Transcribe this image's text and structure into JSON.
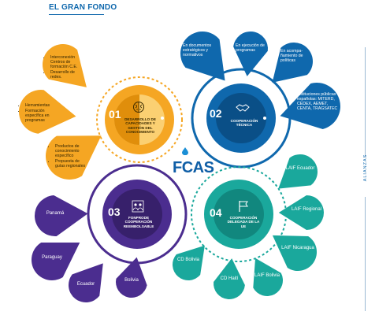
{
  "title": "EL GRAN FONDO",
  "side_label": "ALIANZAS",
  "center": {
    "label": "FCAS"
  },
  "colors": {
    "orange": "#f5a623",
    "orange_dark": "#e08e0b",
    "blue": "#0f68ad",
    "blue_dark": "#0a4f87",
    "purple": "#4b2d8f",
    "purple_dark": "#37206b",
    "teal": "#1aa89c",
    "teal_dark": "#11877e"
  },
  "sections": [
    {
      "number": "01",
      "title": "DESARROLLO DE CAPACIDADES Y GESTIÓN DEL CONOCIMIENTO",
      "color": "#f5a623",
      "bubbles": [
        {
          "items": [
            "Interconexión Centros de formación C.E.",
            "Desarrollo de redes."
          ]
        },
        {
          "items": [
            "Herramientas",
            "Formación específica en programas"
          ]
        },
        {
          "items": [
            "Productos de conocimiento específico",
            "Propuesta de guías regionales"
          ]
        }
      ]
    },
    {
      "number": "02",
      "title": "COOPERACIÓN TÉCNICA",
      "color": "#0f68ad",
      "bubbles": [
        {
          "text": "En documentos estratégicos y normativos"
        },
        {
          "text": "En ejecución de programas"
        },
        {
          "text": "En acompa- ñamiento de políticas"
        },
        {
          "text": "Instituciones públicas españolas: MITERD, CEDEX, AEMET, CENTA, TRAGSATEC"
        }
      ]
    },
    {
      "number": "03",
      "title": "FONPRODE COOPERACIÓN REEMBOLSABLE",
      "color": "#4b2d8f",
      "bubbles": [
        "Panamá",
        "Paraguay",
        "Ecuador",
        "Bolivia"
      ]
    },
    {
      "number": "04",
      "title": "COOPERACIÓN DELEGADA DE LA UE",
      "color": "#1aa89c",
      "bubbles": [
        "LAIF Ecuador",
        "LAIF Regional",
        "LAIF Nicaragua",
        "CD Bolivia",
        "CD Haití",
        "LAIF Bolivia"
      ]
    }
  ]
}
